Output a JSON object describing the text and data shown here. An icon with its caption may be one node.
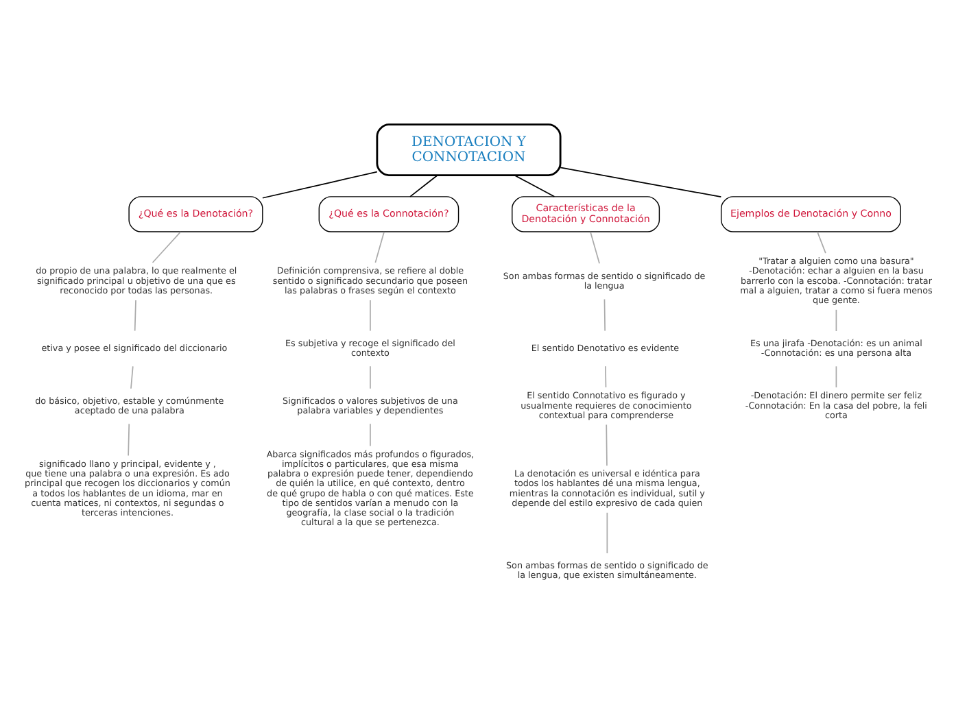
{
  "diagram": {
    "nodes": [
      {
        "text": [
          "DENOTACION Y CONNOTACION"
        ]
      },
      {
        "text": [
          "¿Qué es la Denotación?"
        ]
      },
      {
        "text": [
          "do propio de una palabra, lo que realmente el significado principal u objetivo de una que es reconocido por todas las personas."
        ]
      },
      {
        "text": [
          "etiva y posee el significado del diccionario"
        ]
      },
      {
        "text": [
          "do básico, objetivo, estable y comúnmente aceptado de una palabra"
        ]
      },
      {
        "text": [
          "significado llano y principal, evidente y , que tiene una palabra o una expresión. Es ado principal que recogen los diccionarios y común a todos los hablantes de un idioma, mar en cuenta matices, ni contextos, ni segundas o terceras intenciones."
        ]
      },
      {
        "text": [
          "¿Qué es la Connotación?"
        ]
      },
      {
        "text": [
          "Definición comprensiva, se refiere al doble sentido o significado secundario que poseen las palabras o frases según el contexto"
        ]
      },
      {
        "text": [
          "Es subjetiva y recoge el significado del contexto"
        ]
      },
      {
        "text": [
          "Significados o valores subjetivos de una palabra variables y dependientes"
        ]
      },
      {
        "text": [
          "Abarca significados más profundos o figurados, implícitos o particulares, que esa misma palabra o expresión puede tener, dependiendo de quién la utilice, en qué contexto, dentro de qué grupo de habla o con qué matices. Este tipo de sentidos varían a menudo con la geografía, la clase social o la tradición cultural a la que se pertenezca."
        ]
      },
      {
        "text": [
          "Características de la Denotación y Connotación"
        ]
      },
      {
        "text": [
          "Son ambas formas de sentido o significado de la lengua"
        ]
      },
      {
        "text": [
          "El sentido Denotativo es evidente"
        ]
      },
      {
        "text": [
          "El sentido Connotativo es figurado y usualmente requieres de conocimiento contextual para comprenderse"
        ]
      },
      {
        "text": [
          "La denotación es universal e idéntica para todos los hablantes dé una misma lengua, mientras la connotación es individual, sutil y depende del estilo expresivo de cada quien"
        ]
      },
      {
        "text": [
          "Son ambas formas de sentido o significado de la lengua, que existen simultáneamente."
        ]
      },
      {
        "text": [
          "Ejemplos de Denotación y Conno"
        ]
      },
      {
        "text": [
          "\"Tratar a alguien como una basura\" -Denotación: echar a alguien en la basu barrerlo con la escoba. -Connotación: tratar mal a alguien, tratar a como si fuera menos que gente."
        ]
      },
      {
        "text": [
          "Es una jirafa -Denotación: es un animal -Connotación: es una persona alta"
        ]
      },
      {
        "text": [
          "-Denotación: El dinero permite ser feliz -Connotación: En la casa del pobre, la feli corta"
        ]
      }
    ],
    "edges": [
      {
        "from": 0,
        "to": 1,
        "arrow": "none",
        "color": "#000000"
      },
      {
        "from": 0,
        "to": 6,
        "arrow": "none",
        "color": "#000000"
      },
      {
        "from": 0,
        "to": 11,
        "arrow": "none",
        "color": "#000000"
      },
      {
        "from": 0,
        "to": 17,
        "arrow": "none",
        "color": "#000000"
      },
      {
        "from": 1,
        "to": 2,
        "arrow": "none"
      },
      {
        "from": 2,
        "to": 3,
        "arrow": "none"
      },
      {
        "from": 3,
        "to": 4,
        "arrow": "none"
      },
      {
        "from": 4,
        "to": 5,
        "arrow": "none"
      },
      {
        "from": 6,
        "to": 7,
        "arrow": "none"
      },
      {
        "from": 7,
        "to": 8,
        "arrow": "none"
      },
      {
        "from": 8,
        "to": 9,
        "arrow": "none"
      },
      {
        "from": 9,
        "to": 10,
        "arrow": "none"
      },
      {
        "from": 11,
        "to": 12,
        "arrow": "none"
      },
      {
        "from": 12,
        "to": 13,
        "arrow": "none"
      },
      {
        "from": 13,
        "to": 14,
        "arrow": "none"
      },
      {
        "from": 14,
        "to": 15,
        "arrow": "none"
      },
      {
        "from": 15,
        "to": 16,
        "arrow": "none"
      },
      {
        "from": 17,
        "to": 18,
        "arrow": "none"
      },
      {
        "from": 18,
        "to": 19,
        "arrow": "none"
      },
      {
        "from": 19,
        "to": 20,
        "arrow": "none"
      }
    ]
  }
}
